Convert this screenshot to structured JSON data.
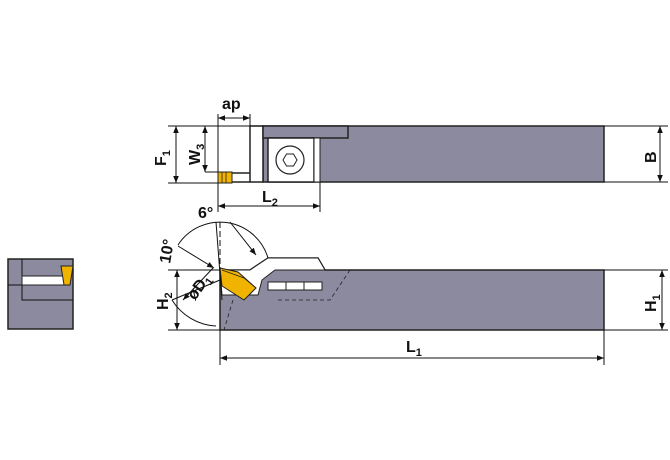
{
  "labels": {
    "ap": "ap",
    "F1": {
      "main": "F",
      "sub": "1"
    },
    "W3": {
      "main": "W",
      "sub": "3"
    },
    "B": "B",
    "L2": {
      "main": "L",
      "sub": "2"
    },
    "six_deg": "6°",
    "ten_deg": "10°",
    "D1": {
      "main": "øD",
      "sub": "1"
    },
    "H2": {
      "main": "H",
      "sub": "2"
    },
    "H1": {
      "main": "H",
      "sub": "1"
    },
    "L1": {
      "main": "L",
      "sub": "1"
    }
  },
  "colors": {
    "body": "#8c8a9e",
    "insert": "#f0b400",
    "outline": "#222222"
  }
}
